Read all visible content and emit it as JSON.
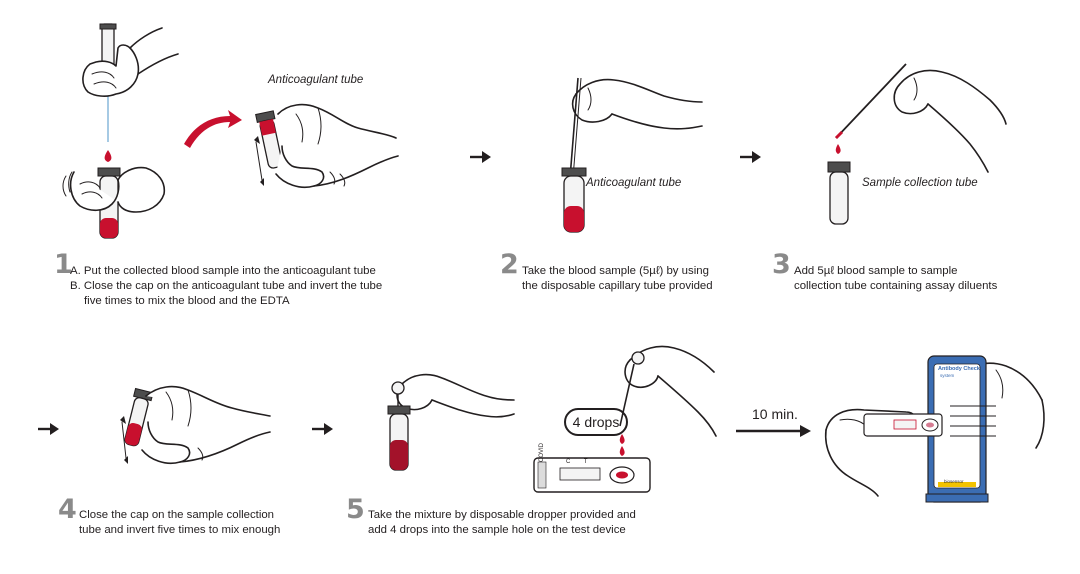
{
  "steps": {
    "s1": {
      "number": "1",
      "lines": [
        "A. Put the collected blood sample into the anticoagulant tube",
        "B. Close the cap on the anticoagulant tube and invert the tube",
        "five times to mix the blood and the EDTA"
      ]
    },
    "s2": {
      "number": "2",
      "lines": [
        "Take the blood sample (5µℓ) by using",
        "the disposable capillary tube provided"
      ]
    },
    "s3": {
      "number": "3",
      "lines": [
        "Add 5µℓ blood sample to sample",
        "collection tube containing assay diluents"
      ]
    },
    "s4": {
      "number": "4",
      "lines": [
        "Close the cap on the sample collection",
        "tube and invert five times to mix enough"
      ]
    },
    "s5": {
      "number": "5",
      "lines": [
        "Take the mixture by disposable dropper provided and",
        "add 4 drops into the sample hole on the test device"
      ]
    }
  },
  "labels": {
    "anticoagulant_top": "Anticoagulant tube",
    "anticoagulant_step2": "Anticoagulant tube",
    "sample_collection": "Sample collection tube",
    "drops_badge": "4 drops",
    "wait_time": "10 min."
  },
  "device": {
    "cassette_text": "COVID",
    "cassette_marks": "C T",
    "reader_title": "Antibody Check",
    "reader_subtitle": "system",
    "reader_brand": "biosensor"
  },
  "colors": {
    "blood": "#c8102e",
    "step_number": "#8a8a8a",
    "arrow_red": "#c8102e",
    "reader_blue": "#3b6db3",
    "reader_yellow": "#f2c200"
  }
}
